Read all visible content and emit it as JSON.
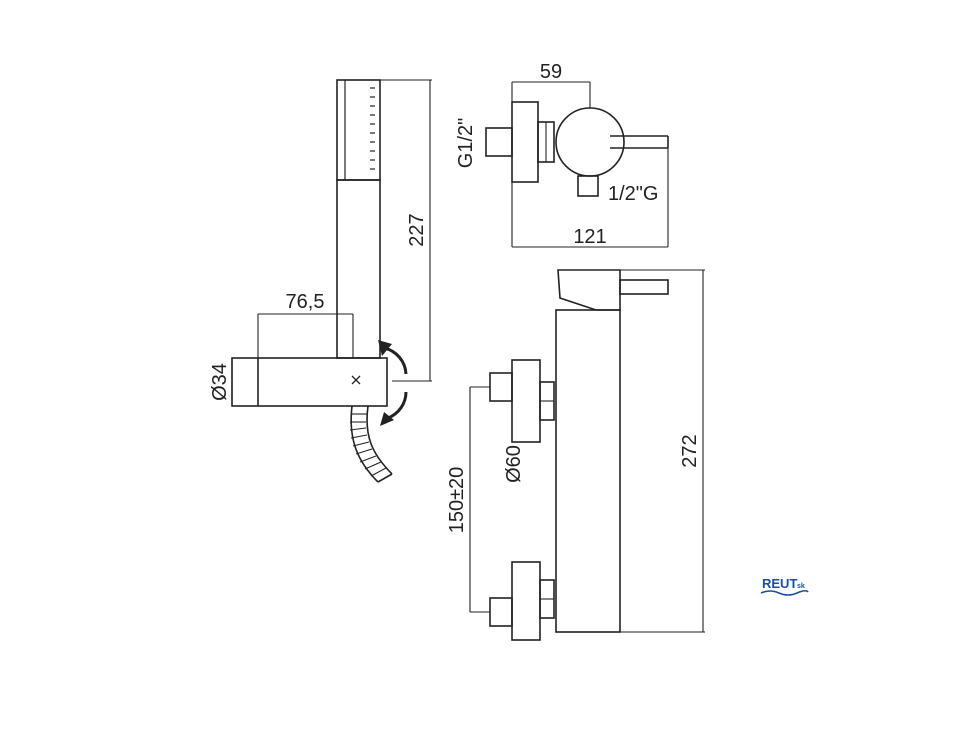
{
  "drawing": {
    "labels": {
      "top_width": "59",
      "inlet_thread": "G1/2\"",
      "outlet_thread": "1/2\"G",
      "total_width": "121",
      "handshower_length": "227",
      "holder_length": "76,5",
      "holder_diameter": "Ø34",
      "flange_diameter": "Ø60",
      "connection_spacing": "150±20",
      "total_height": "272"
    },
    "logo": {
      "text": "REUT",
      "suffix": "sk",
      "color": "#1a4fa0"
    }
  },
  "colors": {
    "line": "#222222",
    "logo": "#1a4fa0"
  }
}
